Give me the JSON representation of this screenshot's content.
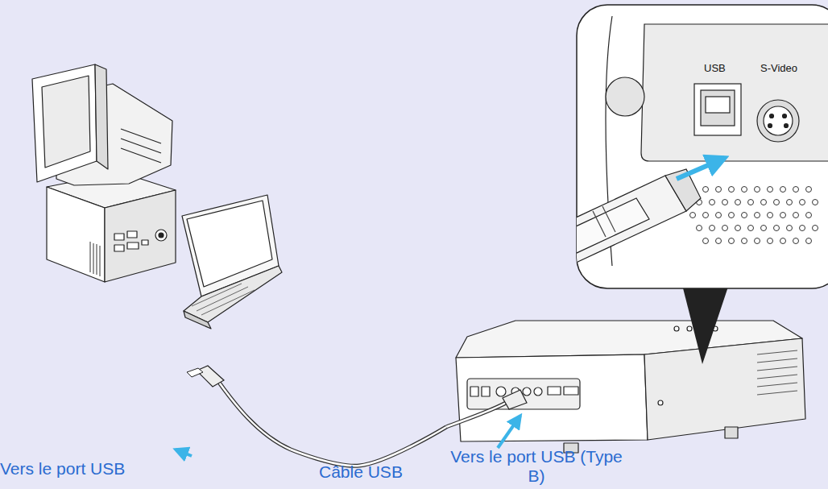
{
  "diagram": {
    "nodes": [
      {
        "text": [
          "Vers le port USB"
        ]
      },
      {
        "text": [
          "Vers le port USB (Type B)"
        ]
      }
    ],
    "edges": [
      {
        "from": 0,
        "to": 1,
        "arrow": "none",
        "label": "Câble USB"
      }
    ],
    "labels": [
      "USB",
      "S-Video"
    ]
  }
}
